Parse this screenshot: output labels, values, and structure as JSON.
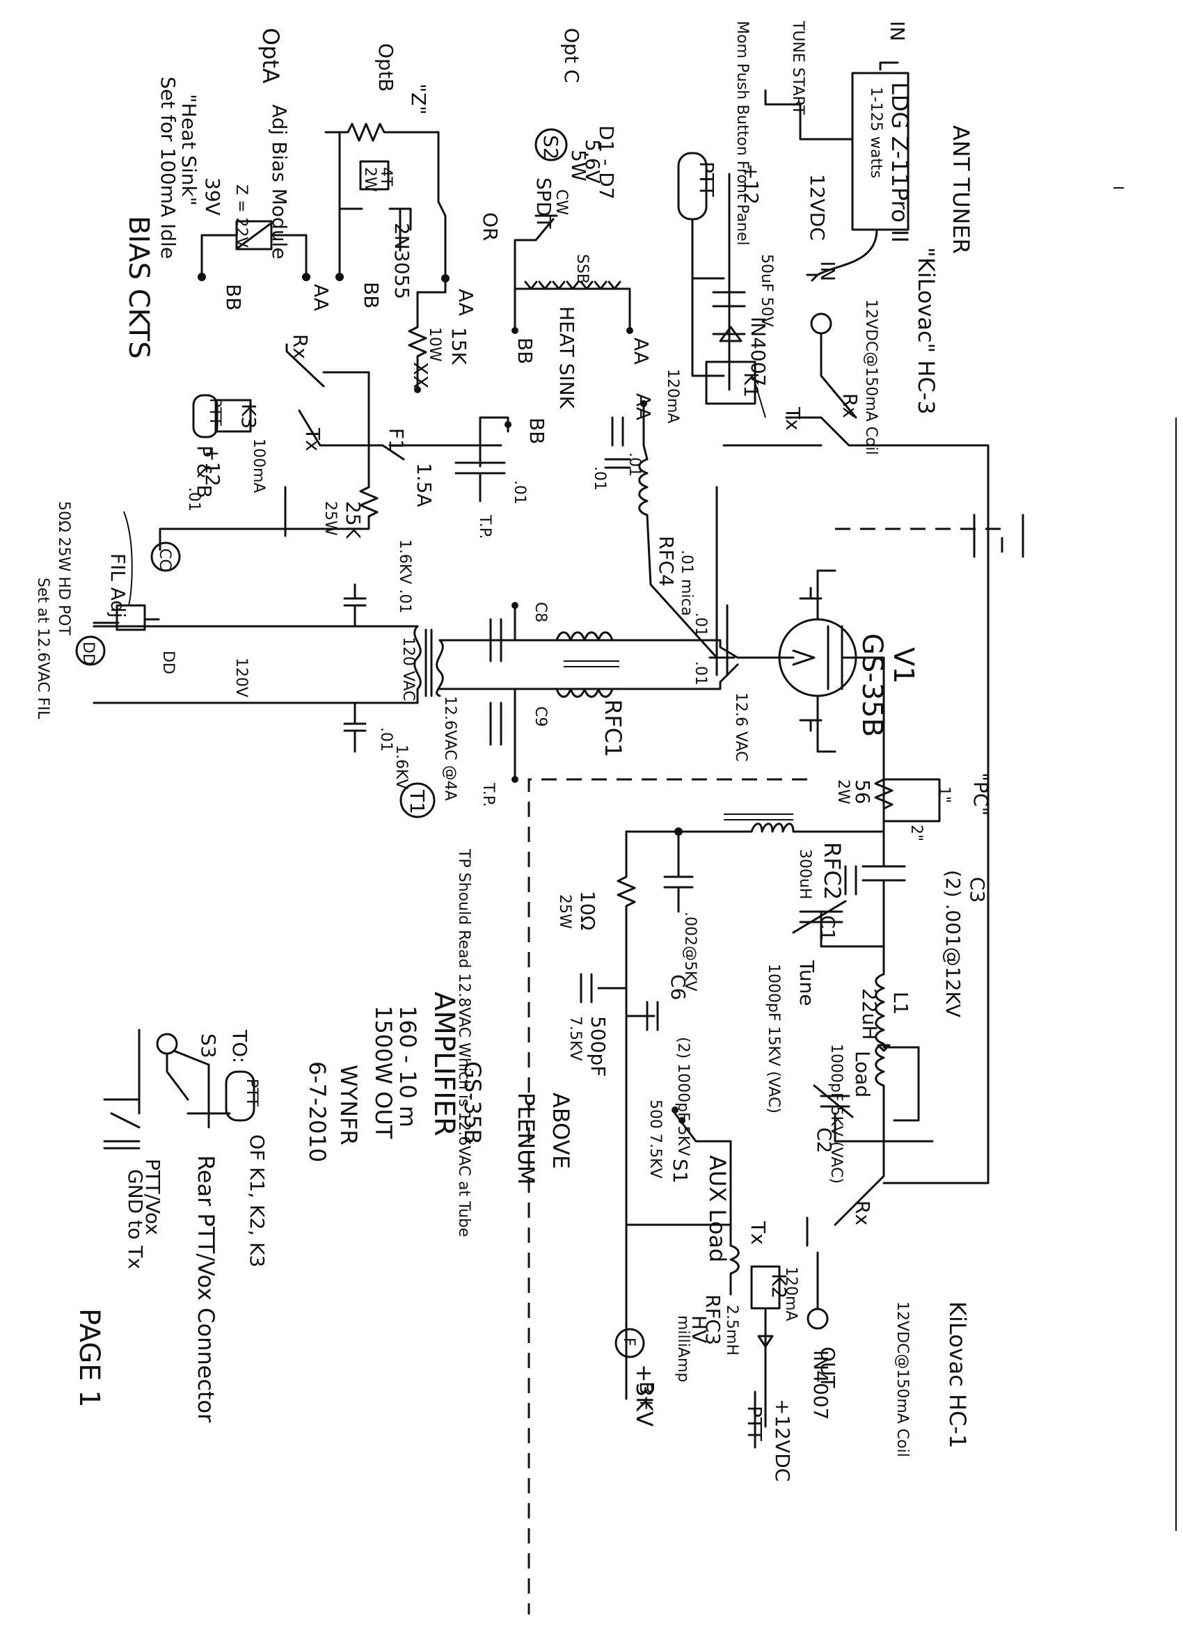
{
  "title": {
    "tube": "GS-35B",
    "amplifier": "AMPLIFIER",
    "band": "160 - 10 m",
    "power": "1500W OUT",
    "callsign": "WYNFR",
    "date": "6-7-2010",
    "page": "PAGE 1"
  },
  "bias": {
    "heading": "BIAS CKTS",
    "optA": "OptA",
    "optB": "OptB",
    "optC": "Opt C",
    "or": "OR",
    "heat_sink_note": "\"Heat Sink\"",
    "set_note": "Set for 100mA Idle",
    "v39": "39V",
    "adj_bias": "Adj Bias Module",
    "z_note": "Z = 22V",
    "z_label": "\"Z\"",
    "r4t": "4T",
    "r2w": "2W",
    "transistor": "2N3055",
    "r15k": "15K",
    "r15k_w": "10W",
    "d_label": "D1 - D7",
    "d_val": "5.6V",
    "d_w": "5W",
    "s2": "S2",
    "spdt": "SPDT",
    "cw": "CW",
    "ssb": "SSB",
    "heat_sink": "HEAT SINK",
    "aa": "AA",
    "bb": "BB",
    "xx": "XX"
  },
  "relays": {
    "ptt": "PTT",
    "k1": "K1",
    "k2": "K2",
    "k3": "K3",
    "in4007": "IN4007",
    "v12": "+12",
    "cap50": "50uF 50V",
    "k3_note": "P & B",
    "k3_ma": "100mA",
    "k2_ma": "120mA",
    "k1_ma": "120mA",
    "tx": "Tx",
    "rx": "Rx",
    "hc3": "\"KiLovac\" HC-3",
    "hc3_coil": "12VDC@150mA Coil",
    "hc1": "KiLovac HC-1",
    "hc1_coil": "12VDC@150mA Coil",
    "ptt_12v": "+12VDC",
    "ptt_out": "PTT",
    "out": "OUT",
    "in": "IN"
  },
  "tuner": {
    "name": "LDG Z-11Pro II",
    "label": "ANT TUNER",
    "watts": "1-125 watts",
    "in": "IN",
    "vdc": "12VDC",
    "tune_start": "TUNE START",
    "push": "Mom Push Button Front Panel"
  },
  "power": {
    "f1": "F1",
    "f1_val": "1.5A",
    "r25k": "25K",
    "r25k_w": "25W",
    "cap01": ".01",
    "tp": "T.P.",
    "cc": "CC",
    "dd": "DD",
    "fil_adj": "FIL Adj",
    "pot": "50Ω 25W HD POT",
    "set_at": "Set at 12.6VAC FIL",
    "v120": "120V",
    "vac120": "120 VAC",
    "t1": "T1",
    "t1_val": "12.6VAC @4A",
    "kv16": "1.6KV .01",
    "kv16b": "1.6KV",
    "c8": "C8",
    "c9": "C9",
    "rfc1": "RFC1",
    "rfc4": "RFC4",
    "mica": ".01 mica",
    "vac126": "12.6 VAC",
    "tp_note": "TP Should Read 12.8VAC Which is 12.6VAC at Tube"
  },
  "tube": {
    "v1": "V1",
    "type": "GS-35B",
    "pc": "\"PC\"",
    "r56": "56",
    "r56w": "2W",
    "one_in": "1\"",
    "two_in": "2\""
  },
  "output": {
    "c3": "C3",
    "c3_val": "(2) .001@12KV",
    "c1": "C1",
    "tune": "Tune",
    "tune_val": "1000pF 15KV (VAC)",
    "l1": "L1",
    "l1_val": "22uH",
    "c2": "C2",
    "load": "Load",
    "load_val": "1000pF 5KV (VAC)",
    "rfc2": "RFC2",
    "rfc2_val": "300uH",
    "c6": "C6",
    "c6_val": ".002@5KV",
    "r10": "10Ω",
    "r10w": "25W",
    "c500": "500pF",
    "c500v": "7.5KV",
    "aux": "AUX Load",
    "s1": "S1",
    "aux_cap": "(2) 1000pF 5KV",
    "aux_cap2": "500 7.5KV",
    "rfc3": "RFC3",
    "rfc3_val": "2.5mH",
    "hv": "HV",
    "hv_val": "milliAmp",
    "bplus": "B+",
    "kv3": "+3KV",
    "f": "F"
  },
  "plenum": {
    "above": "ABOVE",
    "plenum": "PLENUM"
  },
  "rear": {
    "s3": "S3",
    "to": "TO:",
    "ptt": "PTT",
    "of": "OF K1, K2, K3",
    "connector": "Rear PTT/Vox Connector",
    "ptt_vox": "PTT/Vox",
    "gnd": "GND to Tx"
  }
}
